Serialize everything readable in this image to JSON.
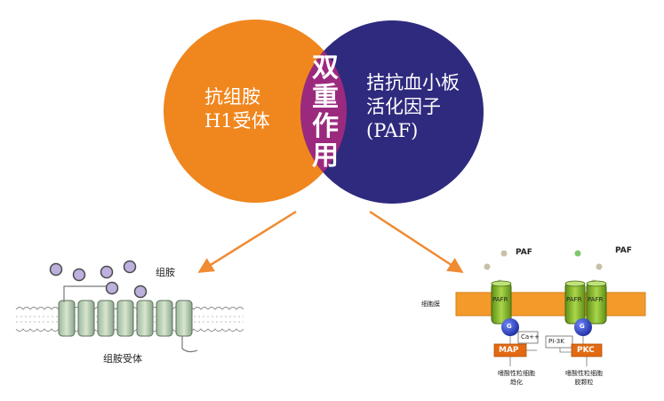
{
  "venn": {
    "left_text": [
      "抗组胺",
      "H1受体"
    ],
    "right_text": [
      "拮抗血小板",
      "活化因子",
      "(PAF)"
    ],
    "overlap_text": "双重作用",
    "colors": {
      "left": "#F0861E",
      "right": "#2E2A7E",
      "overlap": "#9B2A7E"
    }
  },
  "histamine_panel": {
    "histamine_label": "组胺",
    "receptor_label": "组胺受体"
  },
  "paf_panel": {
    "paf_label_1": "PAF",
    "paf_label_2": "PAF",
    "membrane_label": "细胞膜",
    "receptor_label": "PAFR",
    "g_protein_label": "G",
    "calcium_label": "Ca++",
    "pi3k_label": "PI-3K",
    "map_label": "MAP",
    "pkc_label": "PKC",
    "outcome_1": [
      "嗜酸性粒细胞",
      "趋化"
    ],
    "outcome_2": [
      "嗜酸性粒细胞",
      "脱颗粒"
    ],
    "colors": {
      "membrane": "#F39A2B",
      "receptor": "#8CBD2A",
      "g_protein": "#2F47C8",
      "kinase": "#E26A12"
    }
  },
  "arrow_color": "#F08A33"
}
